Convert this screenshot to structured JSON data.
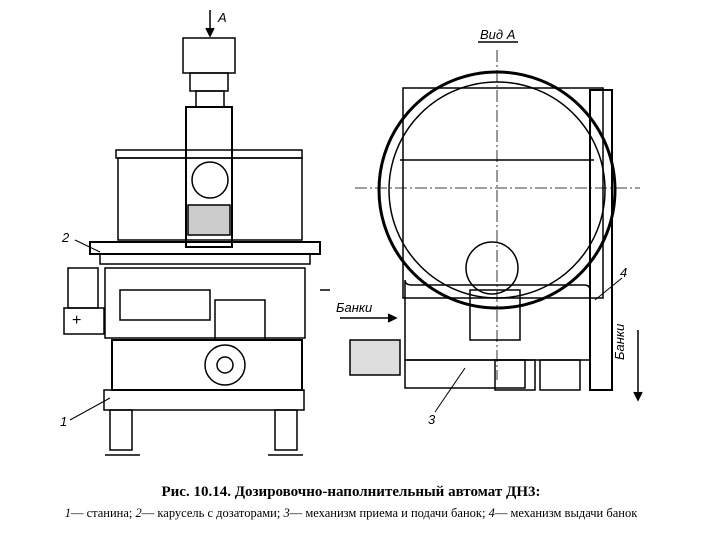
{
  "figure": {
    "title": "Рис. 10.14. Дозировочно-наполнительный автомат ДН3:",
    "legend": [
      {
        "num": "1",
        "text": "— станина;"
      },
      {
        "num": "2",
        "text": "— карусель с дозаторами;"
      },
      {
        "num": "3",
        "text": "— механизм приема и подачи банок;"
      },
      {
        "num": "4",
        "text": "— механизм выдачи банок"
      }
    ]
  },
  "drawing": {
    "arrow_label": "А",
    "view_label": "Вид А",
    "input_label": "Банки",
    "output_label": "Банки",
    "plus_sign": "+",
    "callouts": [
      "1",
      "2",
      "3",
      "4"
    ]
  }
}
